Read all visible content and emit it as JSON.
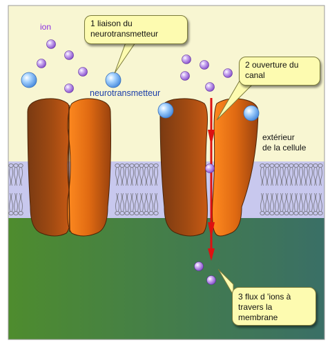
{
  "labels": {
    "ion": "ion",
    "neurotransmitter": "neurotransmetteur",
    "outside_line1": "extérieur",
    "outside_line2": "de la cellule"
  },
  "callouts": [
    {
      "step": "1 liaison du",
      "line2": "neurotransmetteur"
    },
    {
      "step": "2 ouverture du",
      "line2": "canal"
    },
    {
      "step": "3 flux d 'ions à",
      "line2": "travers la",
      "line3": "membrane"
    }
  ],
  "colors": {
    "outside": "#f8f6d2",
    "membrane": "#c8c8ee",
    "lipid": "#7b7b86",
    "inside_left": "#4e8c2e",
    "inside_right": "#3a7260",
    "channel_dark": "#6b3410",
    "channel_light": "#f07a1a",
    "ion": "#a070d8",
    "neurotransmitter": "#5fa8f0",
    "flow_arrow": "#dd1111",
    "ion_label": "#8a2be2",
    "neurotransmitter_label": "#1a3da8"
  }
}
